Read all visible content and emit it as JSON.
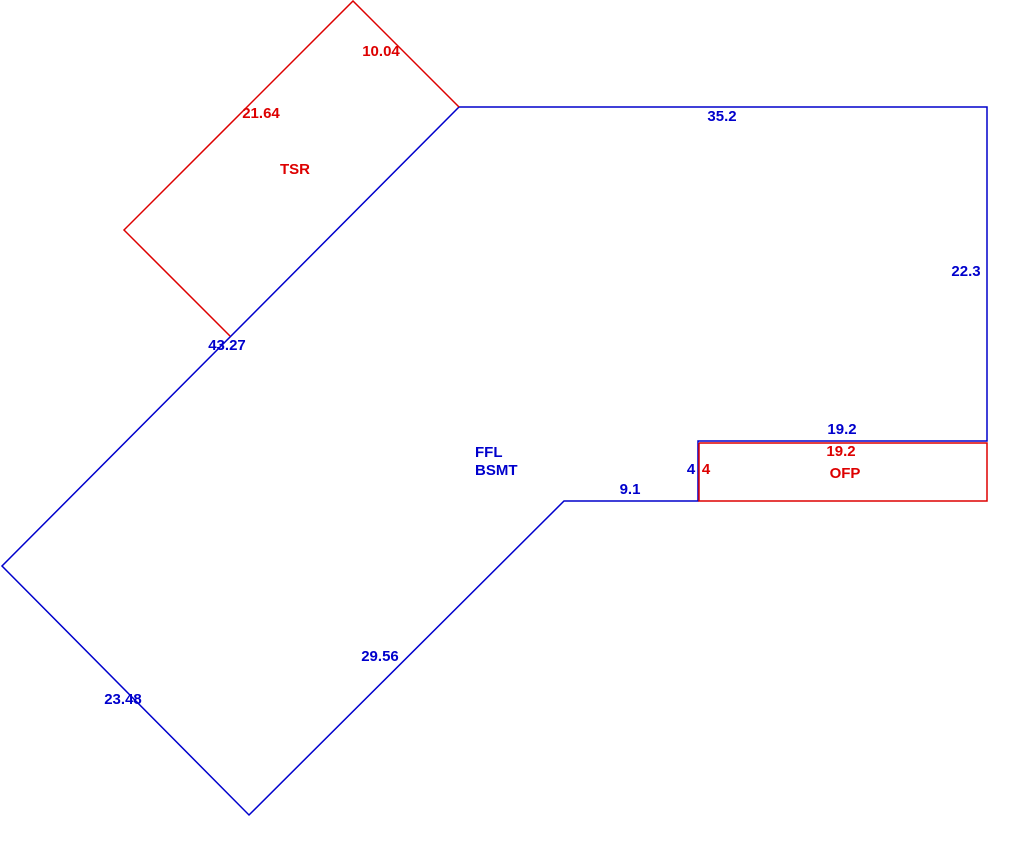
{
  "colors": {
    "main": "#0000cc",
    "addition": "#dd0000",
    "background": "#ffffff"
  },
  "main_area": {
    "label_line1": "FFL",
    "label_line2": "BSMT",
    "dimensions": {
      "top": "35.2",
      "right": "22.3",
      "step_top": "19.2",
      "step_vertical": "4",
      "step_bottom": "9.1",
      "lower_diagonal": "29.56",
      "bottom_left": "23.48",
      "upper_diagonal": "43.27"
    }
  },
  "tsr_area": {
    "label": "TSR",
    "dimensions": {
      "top": "10.04",
      "side": "21.64"
    }
  },
  "ofp_area": {
    "label": "OFP",
    "dimensions": {
      "top": "19.2",
      "side": "4"
    }
  }
}
